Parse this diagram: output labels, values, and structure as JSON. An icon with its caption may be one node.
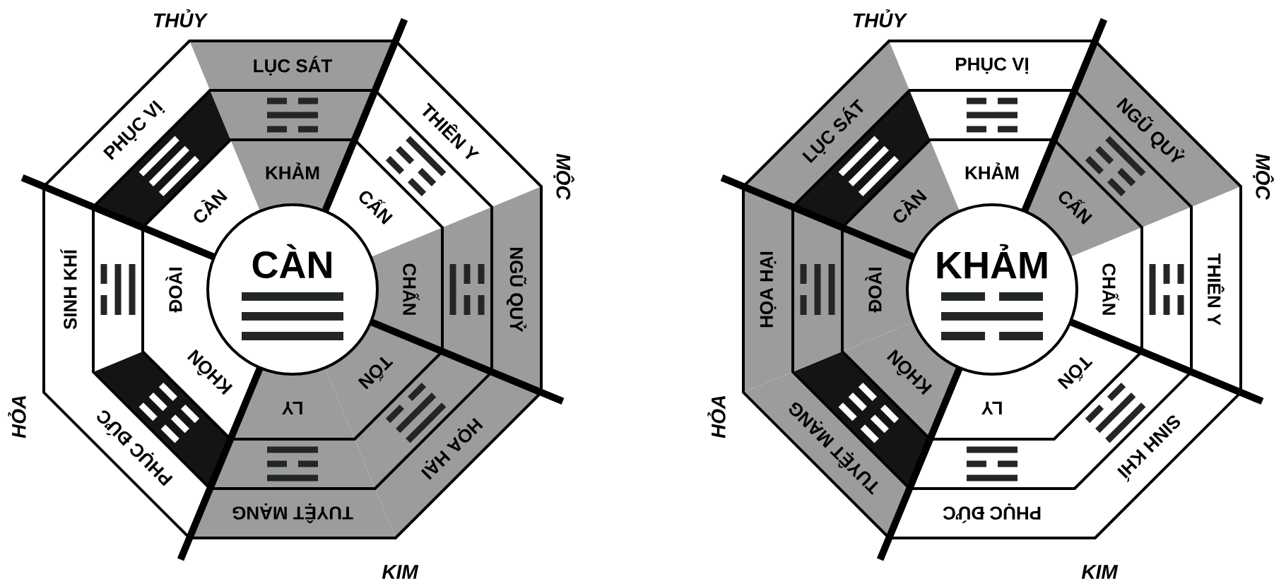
{
  "diagram": {
    "nodes": [
      {
        "text": [
          "CÀN"
        ]
      },
      {
        "text": [
          "KHẢM"
        ]
      },
      {
        "text": [
          "CẤN"
        ]
      },
      {
        "text": [
          "CHẤN"
        ]
      },
      {
        "text": [
          "TỐN"
        ]
      },
      {
        "text": [
          "LY"
        ]
      },
      {
        "text": [
          "KHÔN"
        ]
      },
      {
        "text": [
          "ĐOÀI"
        ]
      },
      {
        "text": [
          "CÀN"
        ]
      },
      {
        "text": [
          "LỤC SÁT"
        ]
      },
      {
        "text": [
          "THIÊN Y"
        ]
      },
      {
        "text": [
          "NGŨ QUỶ"
        ]
      },
      {
        "text": [
          "HỌA HẠI"
        ]
      },
      {
        "text": [
          "TUYỆT MẠNG"
        ]
      },
      {
        "text": [
          "PHỤC ĐỨC"
        ]
      },
      {
        "text": [
          "SINH KHÍ"
        ]
      },
      {
        "text": [
          "PHỤC VỊ"
        ]
      },
      {
        "text": [
          "KHẢM"
        ]
      },
      {
        "text": [
          "KHẢM"
        ]
      },
      {
        "text": [
          "CẤN"
        ]
      },
      {
        "text": [
          "CHẤN"
        ]
      },
      {
        "text": [
          "TỐN"
        ]
      },
      {
        "text": [
          "LY"
        ]
      },
      {
        "text": [
          "KHÔN"
        ]
      },
      {
        "text": [
          "ĐOÀI"
        ]
      },
      {
        "text": [
          "CÀN"
        ]
      },
      {
        "text": [
          "PHỤC VỊ"
        ]
      },
      {
        "text": [
          "NGŨ QUỶ"
        ]
      },
      {
        "text": [
          "THIÊN Y"
        ]
      },
      {
        "text": [
          "SINH KHÍ"
        ]
      },
      {
        "text": [
          "PHỤC ĐỨC"
        ]
      },
      {
        "text": [
          "TUYỆT MẠNG"
        ]
      },
      {
        "text": [
          "HỌA HẠI"
        ]
      },
      {
        "text": [
          "LỤC SÁT"
        ]
      }
    ],
    "labels": [
      "THỦY",
      "MỘC",
      "HỎA",
      "KIM",
      "THỦY",
      "MỘC",
      "HỎA",
      "KIM"
    ]
  }
}
